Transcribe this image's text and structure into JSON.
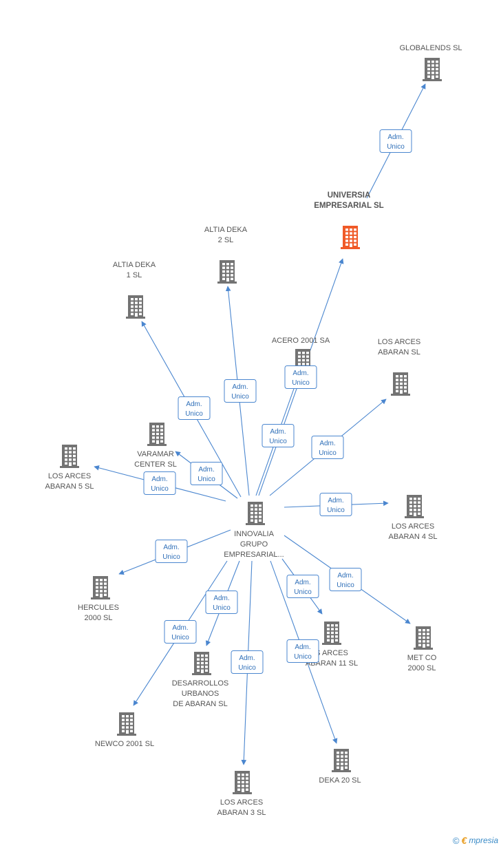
{
  "colors": {
    "edge": "#4a86cf",
    "node": "#737373",
    "node_highlight": "#f05a28",
    "label": "#555555",
    "edge_text": "#2f6fb8"
  },
  "edge_label": [
    "Adm.",
    "Unico"
  ],
  "nodes": [
    {
      "id": "innovalia",
      "lines": [
        "INNOVALIA",
        "GRUPO",
        "EMPRESARIAL..."
      ],
      "main": false
    },
    {
      "id": "universia",
      "lines": [
        "UNIVERSIA",
        "EMPRESARIAL SL"
      ],
      "main": true
    },
    {
      "id": "globalends",
      "lines": [
        "GLOBALENDS SL"
      ]
    },
    {
      "id": "altia2",
      "lines": [
        "ALTIA DEKA",
        "2 SL"
      ]
    },
    {
      "id": "altia1",
      "lines": [
        "ALTIA DEKA",
        "1 SL"
      ]
    },
    {
      "id": "acero",
      "lines": [
        "ACERO 2001 SA"
      ]
    },
    {
      "id": "arces_abaran",
      "lines": [
        "LOS ARCES",
        "ABARAN SL"
      ]
    },
    {
      "id": "varamar",
      "lines": [
        "VARAMAR",
        "CENTER SL"
      ]
    },
    {
      "id": "arces5",
      "lines": [
        "LOS ARCES",
        "ABARAN 5 SL"
      ]
    },
    {
      "id": "arces4",
      "lines": [
        "LOS ARCES",
        "ABARAN 4 SL"
      ]
    },
    {
      "id": "hercules",
      "lines": [
        "HERCULES",
        "2000 SL"
      ]
    },
    {
      "id": "metco",
      "lines": [
        "MET CO",
        "2000 SL"
      ]
    },
    {
      "id": "arces11",
      "lines": [
        "S ARCES",
        "ABARAN 11 SL"
      ]
    },
    {
      "id": "desarrollos",
      "lines": [
        "DESARROLLOS",
        "URBANOS",
        "DE ABARAN SL"
      ]
    },
    {
      "id": "newco",
      "lines": [
        "NEWCO 2001 SL"
      ]
    },
    {
      "id": "deka20",
      "lines": [
        "DEKA 20 SL"
      ]
    },
    {
      "id": "arces3",
      "lines": [
        "LOS ARCES",
        "ABARAN 3 SL"
      ]
    }
  ],
  "edges": [
    {
      "from": "universia",
      "to": "globalends"
    },
    {
      "from": "innovalia",
      "to": "universia"
    },
    {
      "from": "innovalia",
      "to": "altia2"
    },
    {
      "from": "innovalia",
      "to": "altia1"
    },
    {
      "from": "innovalia",
      "to": "acero"
    },
    {
      "from": "innovalia",
      "to": "arces_abaran"
    },
    {
      "from": "innovalia",
      "to": "varamar"
    },
    {
      "from": "innovalia",
      "to": "arces5"
    },
    {
      "from": "innovalia",
      "to": "arces4"
    },
    {
      "from": "innovalia",
      "to": "hercules"
    },
    {
      "from": "innovalia",
      "to": "metco"
    },
    {
      "from": "innovalia",
      "to": "arces11"
    },
    {
      "from": "innovalia",
      "to": "desarrollos"
    },
    {
      "from": "innovalia",
      "to": "newco"
    },
    {
      "from": "innovalia",
      "to": "deka20"
    },
    {
      "from": "innovalia",
      "to": "arces3"
    }
  ],
  "footer": {
    "copyright": "©",
    "brand_initial": "€",
    "brand_rest": "mpresia"
  }
}
